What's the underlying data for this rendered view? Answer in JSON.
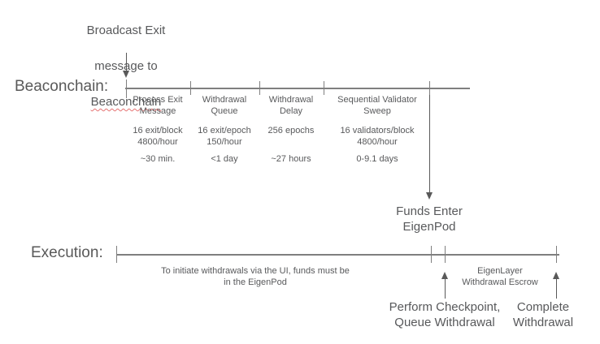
{
  "colors": {
    "text": "#58595b",
    "label_text": "#595959",
    "timeline_line": "#7f7f7f",
    "arrow": "#595959",
    "spellcheck_underline": "#e57373"
  },
  "broadcast_note": {
    "line1": "Broadcast Exit",
    "line2": "message to",
    "line3": "Beaconchain"
  },
  "beaconchain": {
    "label": "Beaconchain:",
    "columns": [
      {
        "name": "Process Exit\nMessage",
        "rate": "16 exit/block\n4800/hour",
        "duration": "~30 min."
      },
      {
        "name": "Withdrawal\nQueue",
        "rate": "16 exit/epoch\n150/hour",
        "duration": "<1 day"
      },
      {
        "name": "Withdrawal\nDelay",
        "rate": "256 epochs",
        "duration": "~27 hours"
      },
      {
        "name": "Sequential Validator\nSweep",
        "rate": "16 validators/block\n4800/hour",
        "duration": "0-9.1 days"
      }
    ]
  },
  "funds_enter_label": "Funds Enter\nEigenPod",
  "execution": {
    "label": "Execution:",
    "initiate_note": "To initiate withdrawals via the UI, funds must be\nin the EigenPod",
    "escrow_label": "EigenLayer\nWithdrawal Escrow",
    "perform_label": "Perform Checkpoint,\nQueue Withdrawal",
    "complete_label": "Complete\nWithdrawal"
  }
}
